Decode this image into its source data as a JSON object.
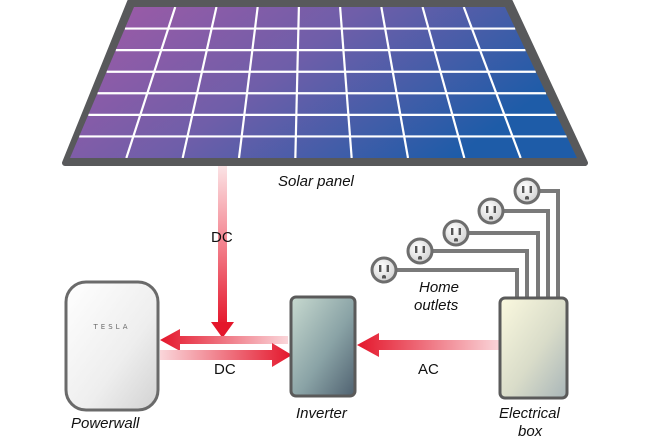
{
  "labels": {
    "solar_panel": "Solar panel",
    "home_outlets_line1": "Home",
    "home_outlets_line2": "outlets",
    "powerwall": "Powerwall",
    "inverter": "Inverter",
    "electrical_box_line1": "Electrical",
    "electrical_box_line2": "box"
  },
  "flows": {
    "panel_to_inverter": "DC",
    "inverter_powerwall": "DC",
    "box_to_inverter": "AC"
  },
  "brand": {
    "powerwall_logo": "TESLA"
  },
  "colors": {
    "arrow_red": "#e4162b",
    "panel_frame": "#58595b",
    "panel_purple": "#a35aa6",
    "panel_blue": "#1e5ca8",
    "wire_gray": "#7a7a7a"
  }
}
